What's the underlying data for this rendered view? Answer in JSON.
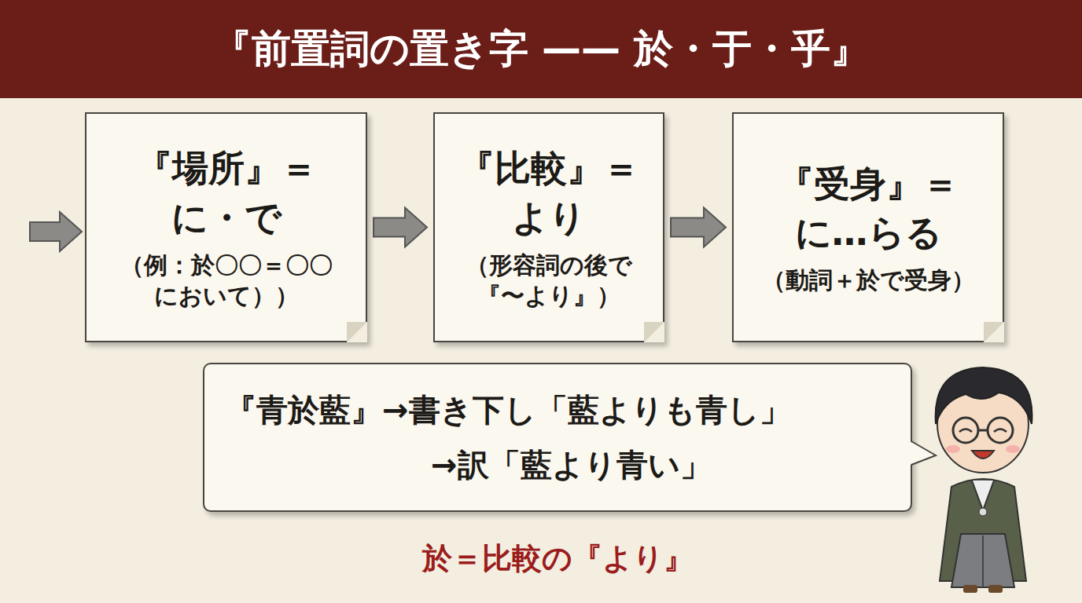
{
  "diagram": {
    "title": "『前置詞の置き字 —— 於・于・乎』",
    "nodes": [
      {
        "text": [
          "『場所』＝ に・で",
          "（例：於〇〇＝〇〇 において））"
        ]
      },
      {
        "text": [
          "『比較』＝ より",
          "（形容詞の後で 『〜より』）"
        ]
      },
      {
        "text": [
          "『受身』＝ に…らる",
          "（動詞＋於で受身）"
        ]
      },
      {
        "text": [
          "『青於藍』→書き下し「藍よりも青し」",
          "→訳「藍より青い」"
        ]
      }
    ],
    "edges": [
      {
        "from": 0,
        "to": 1,
        "arrow": "to"
      },
      {
        "from": 1,
        "to": 2,
        "arrow": "to"
      }
    ],
    "labels": [
      "於＝比較の『より』"
    ]
  }
}
